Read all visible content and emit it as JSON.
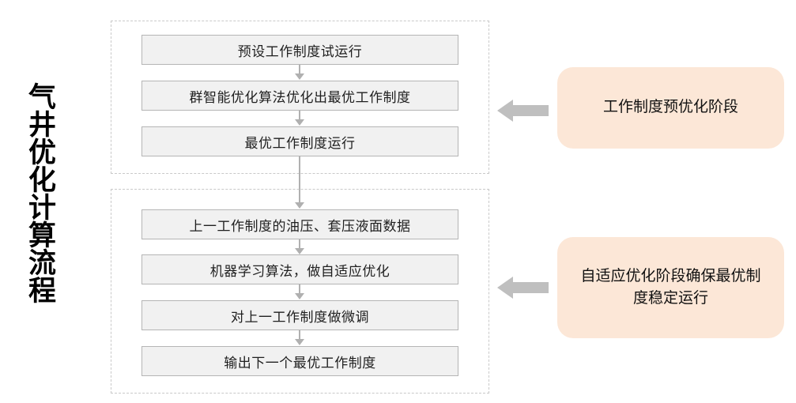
{
  "title": {
    "vertical_label": "气井优化计算流程"
  },
  "colors": {
    "step_fill": "#f1f1f1",
    "step_border": "#b5b5b5",
    "group_border": "#c9c9c9",
    "callout_fill": "#fce7d7",
    "arrow_gray": "#bfbfbf",
    "connector_gray": "#b0b0b0",
    "text": "#1f1f1f",
    "page_background": "#ffffff"
  },
  "groups": [
    {
      "name": "pre-optimization-stage",
      "steps": [
        {
          "label": "预设工作制度试运行"
        },
        {
          "label": "群智能优化算法优化出最优工作制度"
        },
        {
          "label": "最优工作制度运行"
        }
      ],
      "callout": {
        "label": "工作制度预优化阶段"
      }
    },
    {
      "name": "adaptive-optimization-stage",
      "steps": [
        {
          "label": "上一工作制度的油压、套压液面数据"
        },
        {
          "label": "机器学习算法，做自适应优化"
        },
        {
          "label": "对上一工作制度做微调"
        },
        {
          "label": "输出下一个最优工作制度"
        }
      ],
      "callout": {
        "label": "自适应优化阶段确保最优制度稳定运行"
      }
    }
  ],
  "icons": {
    "down_arrow": "down-arrow-icon",
    "left_block_arrow": "left-block-arrow-icon"
  }
}
